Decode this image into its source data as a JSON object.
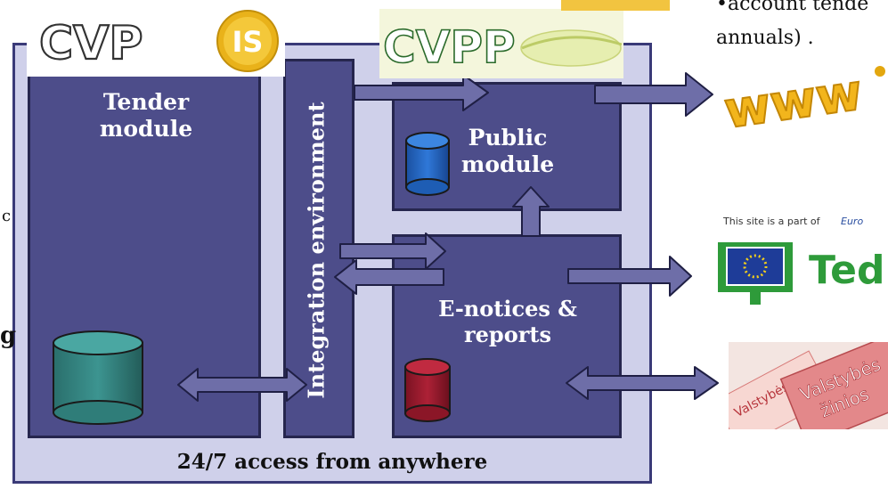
{
  "logos": {
    "cvp": "CVP",
    "is": "IS",
    "cvpp": "CVPP"
  },
  "modules": {
    "tender": "Tender module",
    "integration": "Integration environment",
    "public": "Public module",
    "enotices": "E-notices & reports"
  },
  "footer": "24/7  access from anywhere",
  "side_text": {
    "top_right_line1": "•account tende",
    "top_right_line2": "annuals) .",
    "left_c": "c",
    "left_g": "g"
  },
  "externals": {
    "www": "www",
    "ted_caption": "This site is a part of",
    "ted_brand": "Ted",
    "valstybes_line1": "Valstybės",
    "valstybes_line2": "žinios",
    "valstybes_small": "Valstybės žinios"
  },
  "colors": {
    "frame": "#cfd0ea",
    "module": "#4d4d8a",
    "arrow_fill": "#6e6ea8",
    "arrow_stroke": "#1f1f44",
    "db_tender": "#2f7d79",
    "db_public": "#1e5db4",
    "db_enotices": "#8b1627",
    "ted_green": "#2e9b3a",
    "www_gold": "#f2b51c"
  }
}
